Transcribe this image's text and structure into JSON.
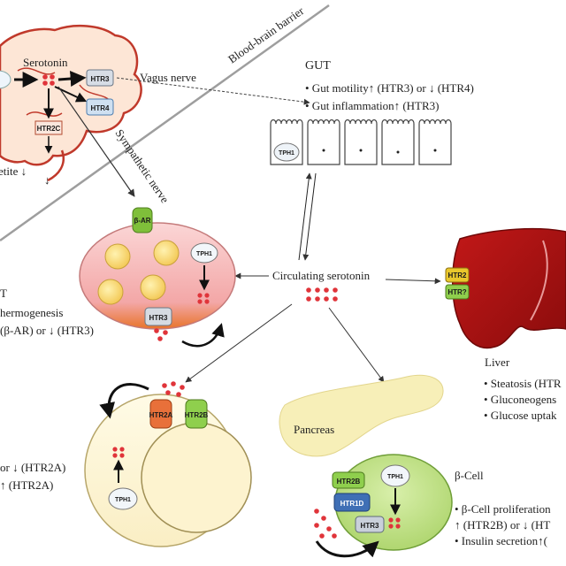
{
  "labels": {
    "blood_brain_barrier": "Blood-brain barrier",
    "serotonin": "Serotonin",
    "vagus_nerve": "Vagus nerve",
    "sympathetic_nerve": "Sympathetic nerve",
    "appetite": "etite ↓",
    "appetite_arrow": "↓",
    "gut_title": "GUT",
    "gut_line1": "• Gut motility↑ (HTR3) or ↓ (HTR4)",
    "gut_line2": "• Gut inflammation↑ (HTR3)",
    "circulating": "Circulating serotonin",
    "bat_title": "T",
    "bat_line1": "hermogenesis",
    "bat_line2": "(β-AR) or ↓ (HTR3)",
    "liver_title": "Liver",
    "liver_line1": "• Steatosis (HTR",
    "liver_line2": "• Gluconeogens",
    "liver_line3": "• Glucose uptak",
    "pancreas": "Pancreas",
    "beta_cell_title": "β-Cell",
    "beta_line1": "• β-Cell proliferation",
    "beta_line2": "↑ (HTR2B) or ↓ (HT",
    "beta_line3": "• Insulin secretion↑(",
    "adipo_line1": "or ↓ (HTR2A)",
    "adipo_line2": "↑ (HTR2A)"
  },
  "receptors": {
    "htr3_brain": "HTR3",
    "htr4_brain": "HTR4",
    "htr2c": "HTR2C",
    "tph1_gut": "TPH1",
    "beta_ar": "β-AR",
    "tph1_bat": "TPH1",
    "htr3_bat": "HTR3",
    "htr2_liver": "HTR2",
    "htr_liver2": "HTR?",
    "htr2a": "HTR2A",
    "htr2b_adipo": "HTR2B",
    "tph1_adipo": "TPH1",
    "htr2b_beta": "HTR2B",
    "htr1d_beta": "HTR1D",
    "htr3_beta": "HTR3",
    "tph1_beta": "TPH1"
  },
  "colors": {
    "serotonin_dot": "#e0343a",
    "brain_fill": "#fde6d6",
    "brain_stroke": "#c0392b",
    "bat_fill": "#f6c3c3",
    "lipid": "#f9d77a",
    "liver": "#a81414",
    "adipo_fill": "#fdf6d8",
    "beta_fill": "#c2e08e",
    "pancreas": "#f7efb8"
  }
}
